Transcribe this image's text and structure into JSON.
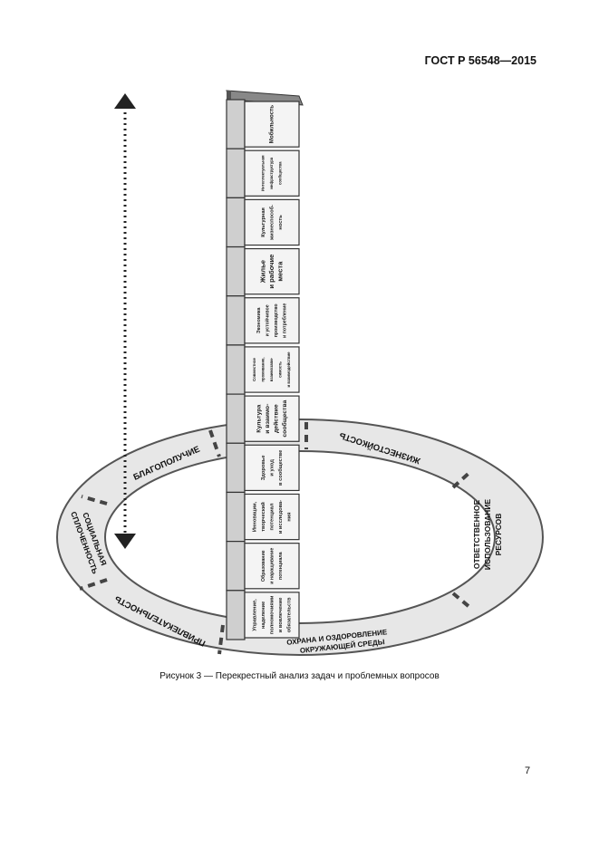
{
  "header": {
    "standard": "ГОСТ Р 56548—2015"
  },
  "figure": {
    "caption": "Рисунок 3 — Перекрестный анализ задач и проблемных вопросов",
    "tower_blocks": [
      [
        "Мобильность"
      ],
      [
        "Интеллектуальная",
        "инфраструктура",
        "сообщества"
      ],
      [
        "Культурная",
        "жизнеспособ-",
        "ность"
      ],
      [
        "Жилье",
        "и рабочие",
        "места"
      ],
      [
        "Экономика",
        "и устойчивое",
        "производство",
        "и потребление"
      ],
      [
        "Совместное",
        "проживание,",
        "взаимозави-",
        "симость",
        "и взаимодействие"
      ],
      [
        "Культура",
        "и взаимо-",
        "действие",
        "сообщества"
      ],
      [
        "Здоровье",
        "и уход",
        "в сообществе"
      ],
      [
        "Инновации,",
        "творческий",
        "потенциал",
        "и исследова-",
        "ния"
      ],
      [
        "Образование",
        "и наращивание",
        "потенциала"
      ],
      [
        "Управление,",
        "наделение",
        "полномочиями",
        "и вовлечение",
        "обязательств"
      ]
    ],
    "ring_labels": {
      "wellbeing": "БЛАГОПОЛУЧИЕ",
      "resilience": "ЖИЗНЕСТОЙКОСТЬ",
      "resources": [
        "ОТВЕТСТВЕННОЕ",
        "ИСПОЛЬЗОВАНИЕ",
        "РЕСУРСОВ"
      ],
      "environment": [
        "ОХРАНА И ОЗДОРОВЛЕНИЕ",
        "ОКРУЖАЮЩЕЙ СРЕДЫ"
      ],
      "attractiveness": "ПРИВЛЕКАТЕЛЬНОСТЬ",
      "cohesion": [
        "СОЦИАЛЬНАЯ",
        "СПЛОЧЕННОСТЬ"
      ]
    }
  },
  "page_number": "7"
}
